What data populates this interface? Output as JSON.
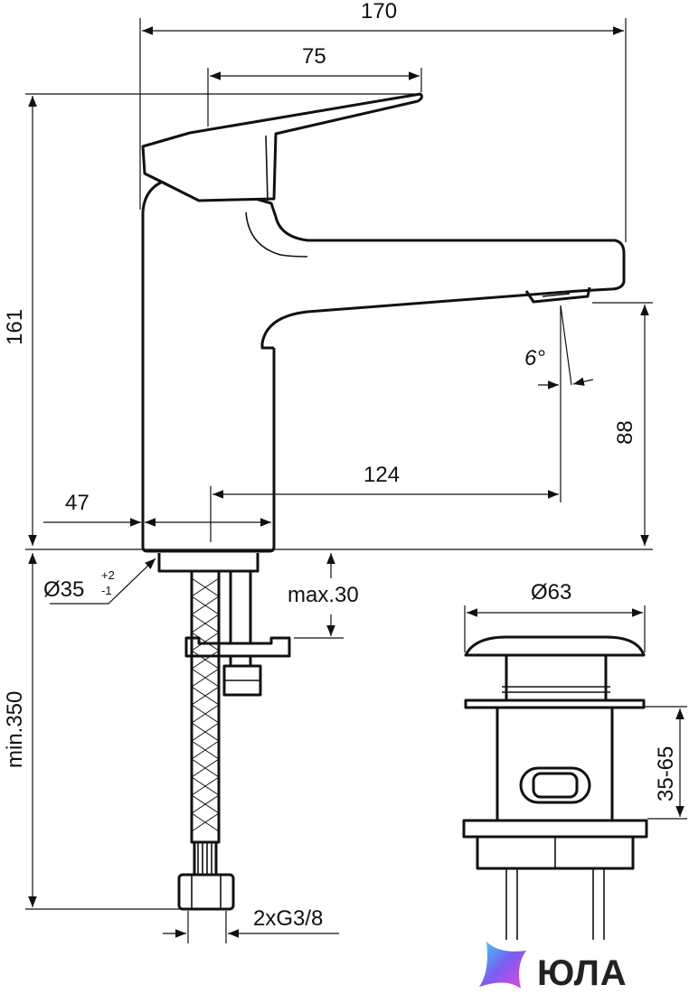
{
  "dimensions": {
    "width_total": "170",
    "lever": "75",
    "height_total": "161",
    "outlet_height": "88",
    "projection": "124",
    "base_width": "47",
    "angle": "6°",
    "diameter_main": "Ø35",
    "tol_plus": "+2",
    "tol_minus": "-1",
    "max_thickness": "max.30",
    "hose_length": "min.350",
    "connection": "2xG3/8",
    "waste_diameter": "Ø63",
    "waste_range": "35-65"
  },
  "brand": {
    "name": "ЮЛА",
    "logo_colors": [
      "#3bd6f5",
      "#7b5cf0",
      "#e44bd6"
    ]
  }
}
